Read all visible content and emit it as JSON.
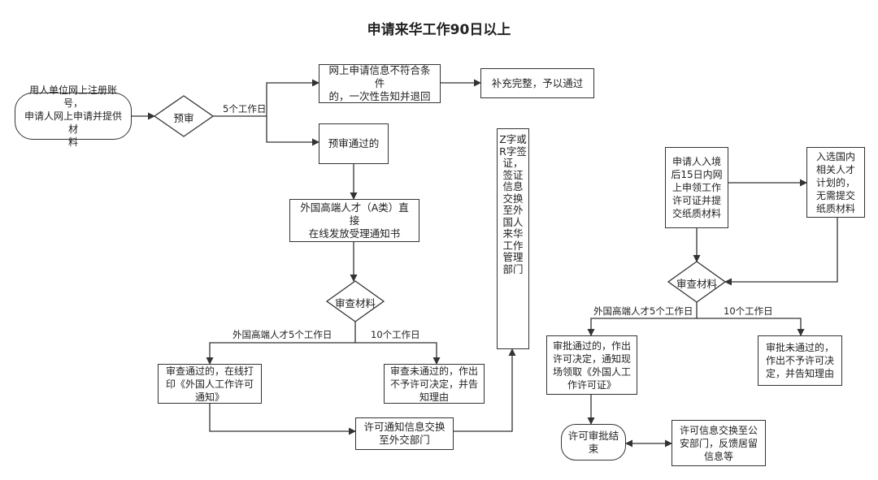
{
  "title": "申请来华工作90日以上",
  "nodes": {
    "start": "用人单位网上注册账号，\n申请人网上申请并提供材\n料",
    "pre_review": "预审",
    "incomplete": "网上申请信息不符合条件\n的，一次性告知并退回",
    "supplement": "补充完整，予以通过",
    "pre_passed": "预审通过的",
    "a_class": "外国高端人才（A类）直接\n在线发放受理通知书",
    "review1": "审查材料",
    "review_pass": "审查通过的，在线打\n印《外国人工作许可\n通知》",
    "review_fail": "审查未通过的，作出\n不予许可决定，并告\n知理由",
    "notify_exchange": "许可通知信息交换\n至外交部门",
    "visa": "Z字或R字签证，签证信息交换至外国人来华工作管理部门",
    "entry": "申请人入境\n后15日内网\n上申领工作\n许可证并提\n交纸质材料",
    "talent": "入选国内\n相关人才\n计划的，\n无需提交\n纸质材料",
    "review2": "审查材料",
    "approve_pass": "审批通过的，作出\n许可决定，通知现\n场领取《外国人工\n作许可证》",
    "approve_fail": "审批未通过的，\n作出不予许可决\n定，并告知理由",
    "approve_end": "许可审批结\n束",
    "police_exchange": "许可信息交换至公\n安部门，反馈居留\n信息等"
  },
  "edge_labels": {
    "five_days": "5个工作日",
    "talent_5_left": "外国高端人才5个工作日",
    "ten_days_left": "10个工作日",
    "talent_5_right": "外国高端人才5个工作日",
    "ten_days_right": "10个工作日"
  }
}
